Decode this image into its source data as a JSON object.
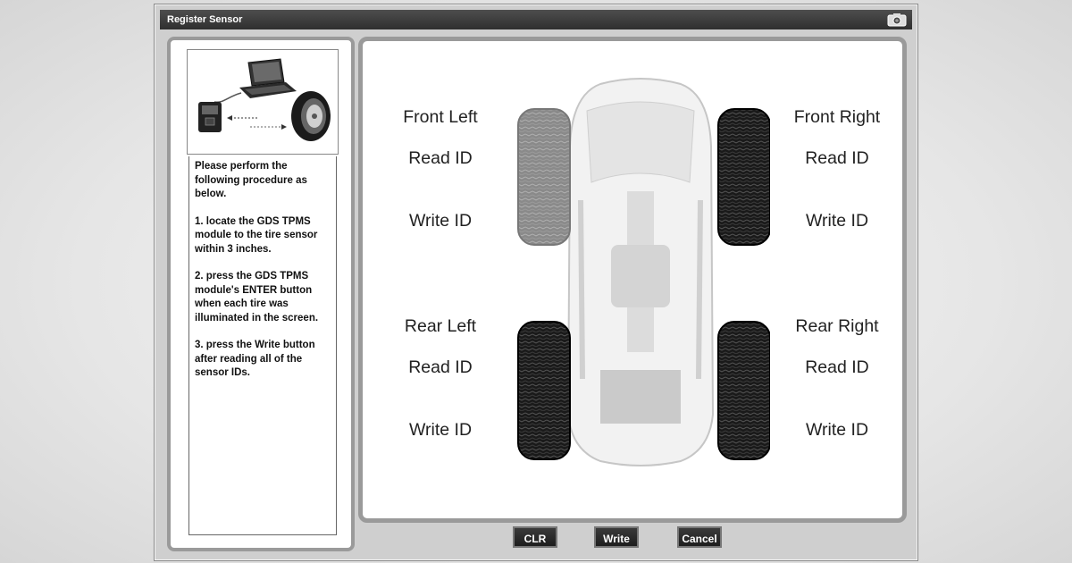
{
  "window": {
    "title": "Register Sensor",
    "camera_icon": "camera-icon"
  },
  "instructions": {
    "intro": "Please perform the following procedure as below.",
    "step1": "1. locate the GDS TPMS module to the tire sensor within 3 inches.",
    "step2": "2. press the GDS TPMS module's ENTER button when each tire was illuminated in the screen.",
    "step3": "3. press the Write button after reading all of the sensor IDs."
  },
  "tires": {
    "front_left": {
      "label": "Front Left",
      "read": "Read ID",
      "write": "Write ID"
    },
    "front_right": {
      "label": "Front Right",
      "read": "Read ID",
      "write": "Write ID"
    },
    "rear_left": {
      "label": "Rear Left",
      "read": "Read ID",
      "write": "Write ID"
    },
    "rear_right": {
      "label": "Rear Right",
      "read": "Read ID",
      "write": "Write ID"
    }
  },
  "buttons": {
    "clr": "CLR",
    "write": "Write",
    "cancel": "Cancel"
  }
}
